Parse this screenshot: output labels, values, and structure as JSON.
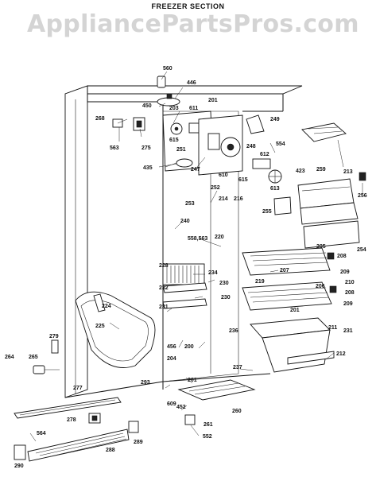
{
  "header": {
    "title": "FREEZER SECTION"
  },
  "watermark": {
    "text": "AppliancePartsPros.com"
  },
  "callouts": [
    {
      "id": "560",
      "label": "560"
    },
    {
      "id": "446",
      "label": "446"
    },
    {
      "id": "450",
      "label": "450"
    },
    {
      "id": "203",
      "label": "203"
    },
    {
      "id": "611",
      "label": "611"
    },
    {
      "id": "201a",
      "label": "201"
    },
    {
      "id": "268",
      "label": "268"
    },
    {
      "id": "615a",
      "label": "615"
    },
    {
      "id": "249",
      "label": "249"
    },
    {
      "id": "563",
      "label": "563"
    },
    {
      "id": "275",
      "label": "275"
    },
    {
      "id": "251",
      "label": "251"
    },
    {
      "id": "248",
      "label": "248"
    },
    {
      "id": "612",
      "label": "612"
    },
    {
      "id": "554",
      "label": "554"
    },
    {
      "id": "435",
      "label": "435"
    },
    {
      "id": "247",
      "label": "247"
    },
    {
      "id": "615b",
      "label": "615"
    },
    {
      "id": "213",
      "label": "213"
    },
    {
      "id": "610",
      "label": "610"
    },
    {
      "id": "423",
      "label": "423"
    },
    {
      "id": "259",
      "label": "259"
    },
    {
      "id": "252",
      "label": "252"
    },
    {
      "id": "613",
      "label": "613"
    },
    {
      "id": "256",
      "label": "256"
    },
    {
      "id": "253",
      "label": "253"
    },
    {
      "id": "214",
      "label": "214"
    },
    {
      "id": "216",
      "label": "216"
    },
    {
      "id": "255",
      "label": "255"
    },
    {
      "id": "240",
      "label": "240"
    },
    {
      "id": "558563",
      "label": "558,563"
    },
    {
      "id": "220",
      "label": "220"
    },
    {
      "id": "205",
      "label": "205"
    },
    {
      "id": "254",
      "label": "254"
    },
    {
      "id": "208a",
      "label": "208"
    },
    {
      "id": "207",
      "label": "207"
    },
    {
      "id": "228",
      "label": "228"
    },
    {
      "id": "234",
      "label": "234"
    },
    {
      "id": "209a",
      "label": "209"
    },
    {
      "id": "230a",
      "label": "230"
    },
    {
      "id": "219",
      "label": "219"
    },
    {
      "id": "210",
      "label": "210"
    },
    {
      "id": "232",
      "label": "232"
    },
    {
      "id": "206",
      "label": "206"
    },
    {
      "id": "208b",
      "label": "208"
    },
    {
      "id": "230b",
      "label": "230"
    },
    {
      "id": "224",
      "label": "224"
    },
    {
      "id": "231a",
      "label": "231"
    },
    {
      "id": "209b",
      "label": "209"
    },
    {
      "id": "201b",
      "label": "201"
    },
    {
      "id": "225",
      "label": "225"
    },
    {
      "id": "211",
      "label": "211"
    },
    {
      "id": "231b",
      "label": "231"
    },
    {
      "id": "279",
      "label": "279"
    },
    {
      "id": "236",
      "label": "236"
    },
    {
      "id": "264",
      "label": "264"
    },
    {
      "id": "265",
      "label": "265"
    },
    {
      "id": "456",
      "label": "456"
    },
    {
      "id": "200",
      "label": "200"
    },
    {
      "id": "212",
      "label": "212"
    },
    {
      "id": "204",
      "label": "204"
    },
    {
      "id": "237",
      "label": "237"
    },
    {
      "id": "293",
      "label": "293"
    },
    {
      "id": "201c",
      "label": "201"
    },
    {
      "id": "277",
      "label": "277"
    },
    {
      "id": "609",
      "label": "609"
    },
    {
      "id": "452",
      "label": "452"
    },
    {
      "id": "260",
      "label": "260"
    },
    {
      "id": "278",
      "label": "278"
    },
    {
      "id": "261",
      "label": "261"
    },
    {
      "id": "564",
      "label": "564"
    },
    {
      "id": "289",
      "label": "289"
    },
    {
      "id": "552",
      "label": "552"
    },
    {
      "id": "288",
      "label": "288"
    },
    {
      "id": "290",
      "label": "290"
    }
  ]
}
